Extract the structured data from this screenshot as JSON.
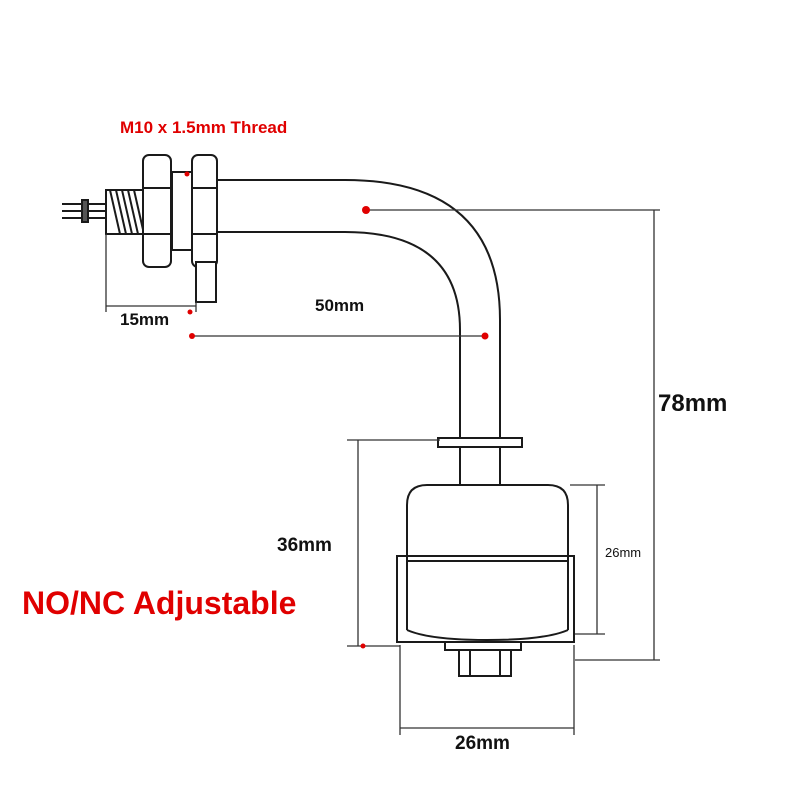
{
  "colors": {
    "accent_text": "#e00000",
    "line": "#1a1a1a",
    "dimension": "#333333",
    "reference_dot": "#e00000"
  },
  "labels": {
    "thread": "M10 x 1.5mm Thread",
    "flange": "15mm",
    "horizontal_arm": "50mm",
    "total_height": "78mm",
    "float_height": "36mm",
    "body_height": "26mm",
    "float_width": "26mm",
    "switch_mode": "NO/NC Adjustable"
  }
}
